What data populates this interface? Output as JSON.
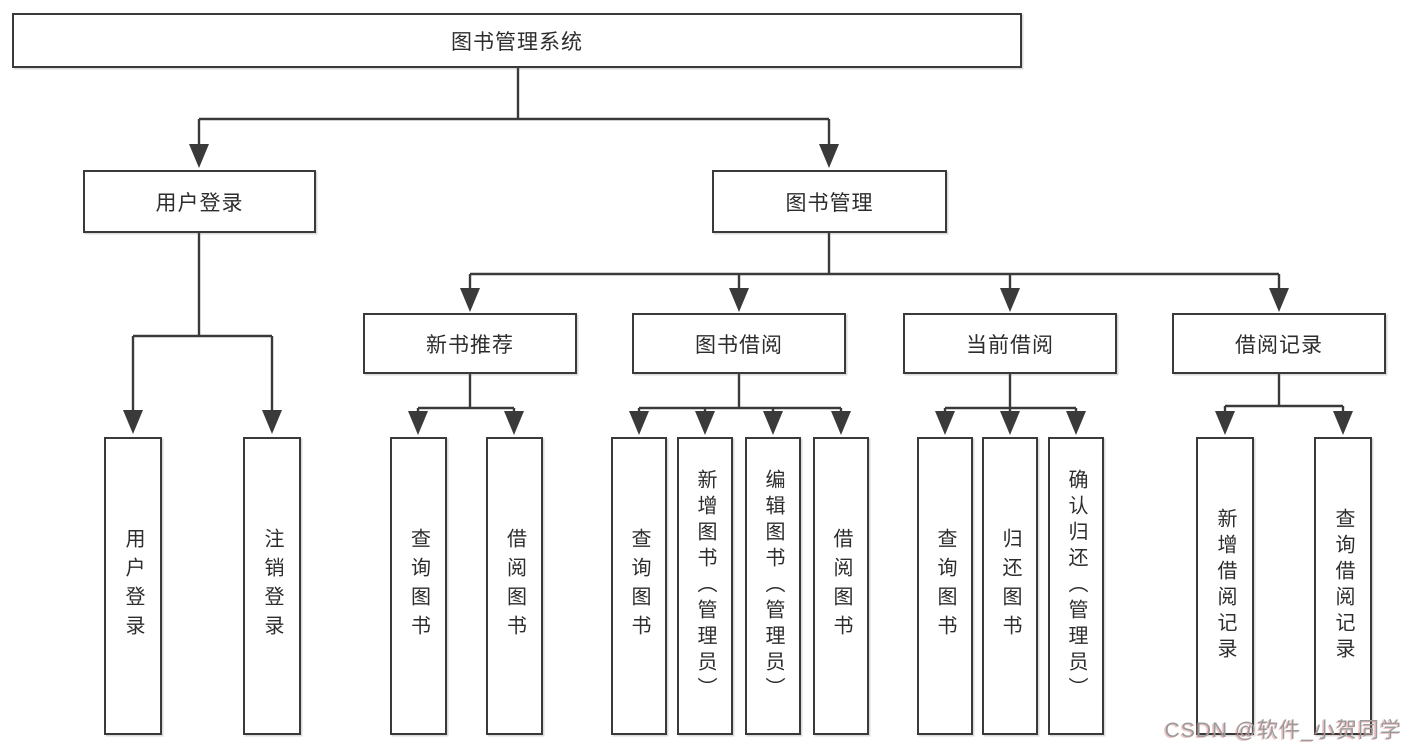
{
  "colors": {
    "line": "#3a3a3a",
    "box_border": "#3a3a3a",
    "box_fill": "#ffffff",
    "text": "#2d2d2d",
    "watermark": "#9b9b9b"
  },
  "tree": {
    "root": {
      "label": "图书管理系统"
    },
    "branches": [
      {
        "label": "用户登录",
        "children": [
          {
            "label": "用户登录"
          },
          {
            "label": "注销登录"
          }
        ]
      },
      {
        "label": "图书管理",
        "children": [
          {
            "label": "新书推荐",
            "children": [
              {
                "label": "查询图书"
              },
              {
                "label": "借阅图书"
              }
            ]
          },
          {
            "label": "图书借阅",
            "children": [
              {
                "label": "查询图书"
              },
              {
                "label": "新增图书（管理员）"
              },
              {
                "label": "编辑图书（管理员）"
              },
              {
                "label": "借阅图书"
              }
            ]
          },
          {
            "label": "当前借阅",
            "children": [
              {
                "label": "查询图书"
              },
              {
                "label": "归还图书"
              },
              {
                "label": "确认归还（管理员）"
              }
            ]
          },
          {
            "label": "借阅记录",
            "children": [
              {
                "label": "新增借阅记录"
              },
              {
                "label": "查询借阅记录"
              }
            ]
          }
        ]
      }
    ]
  },
  "watermark": {
    "text": "CSDN @软件_小贺同学"
  }
}
